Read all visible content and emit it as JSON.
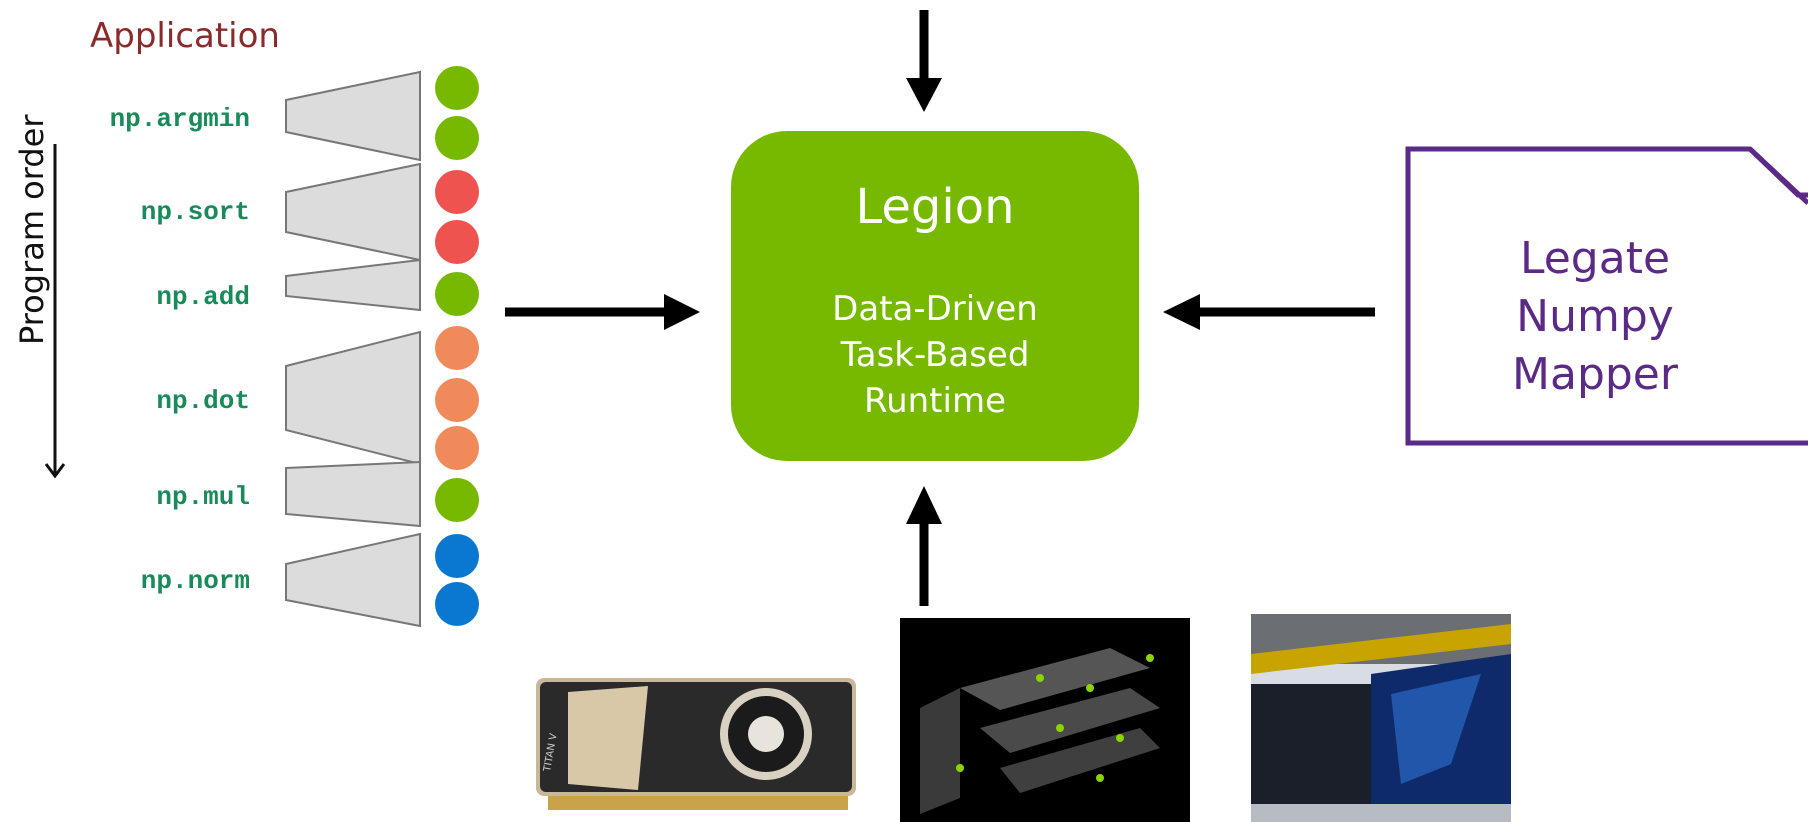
{
  "application": {
    "title": "Application"
  },
  "program_order": {
    "label": "Program order"
  },
  "operations": [
    {
      "label": "np.argmin",
      "colors": [
        "#76b900",
        "#76b900"
      ]
    },
    {
      "label": "np.sort",
      "colors": [
        "#ef5350",
        "#ef5350"
      ]
    },
    {
      "label": "np.add",
      "colors": [
        "#76b900"
      ]
    },
    {
      "label": "np.dot",
      "colors": [
        "#f08a5a",
        "#f08a5a",
        "#f08a5a"
      ]
    },
    {
      "label": "np.mul",
      "colors": [
        "#76b900"
      ]
    },
    {
      "label": "np.norm",
      "colors": [
        "#0a78d0",
        "#0a78d0"
      ]
    }
  ],
  "legion": {
    "title": "Legion",
    "desc_line1": "Data-Driven",
    "desc_line2": "Task-Based",
    "desc_line3": "Runtime"
  },
  "mapper": {
    "line1": "Legate",
    "line2": "Numpy",
    "line3": "Mapper"
  },
  "hardware": {
    "gpu_card_text": "TITAN V"
  },
  "colors": {
    "legion_green": "#76b900",
    "mapper_purple": "#5a2a86",
    "op_label_green": "#1b8a5a",
    "app_title_red": "#8b2a2a"
  }
}
